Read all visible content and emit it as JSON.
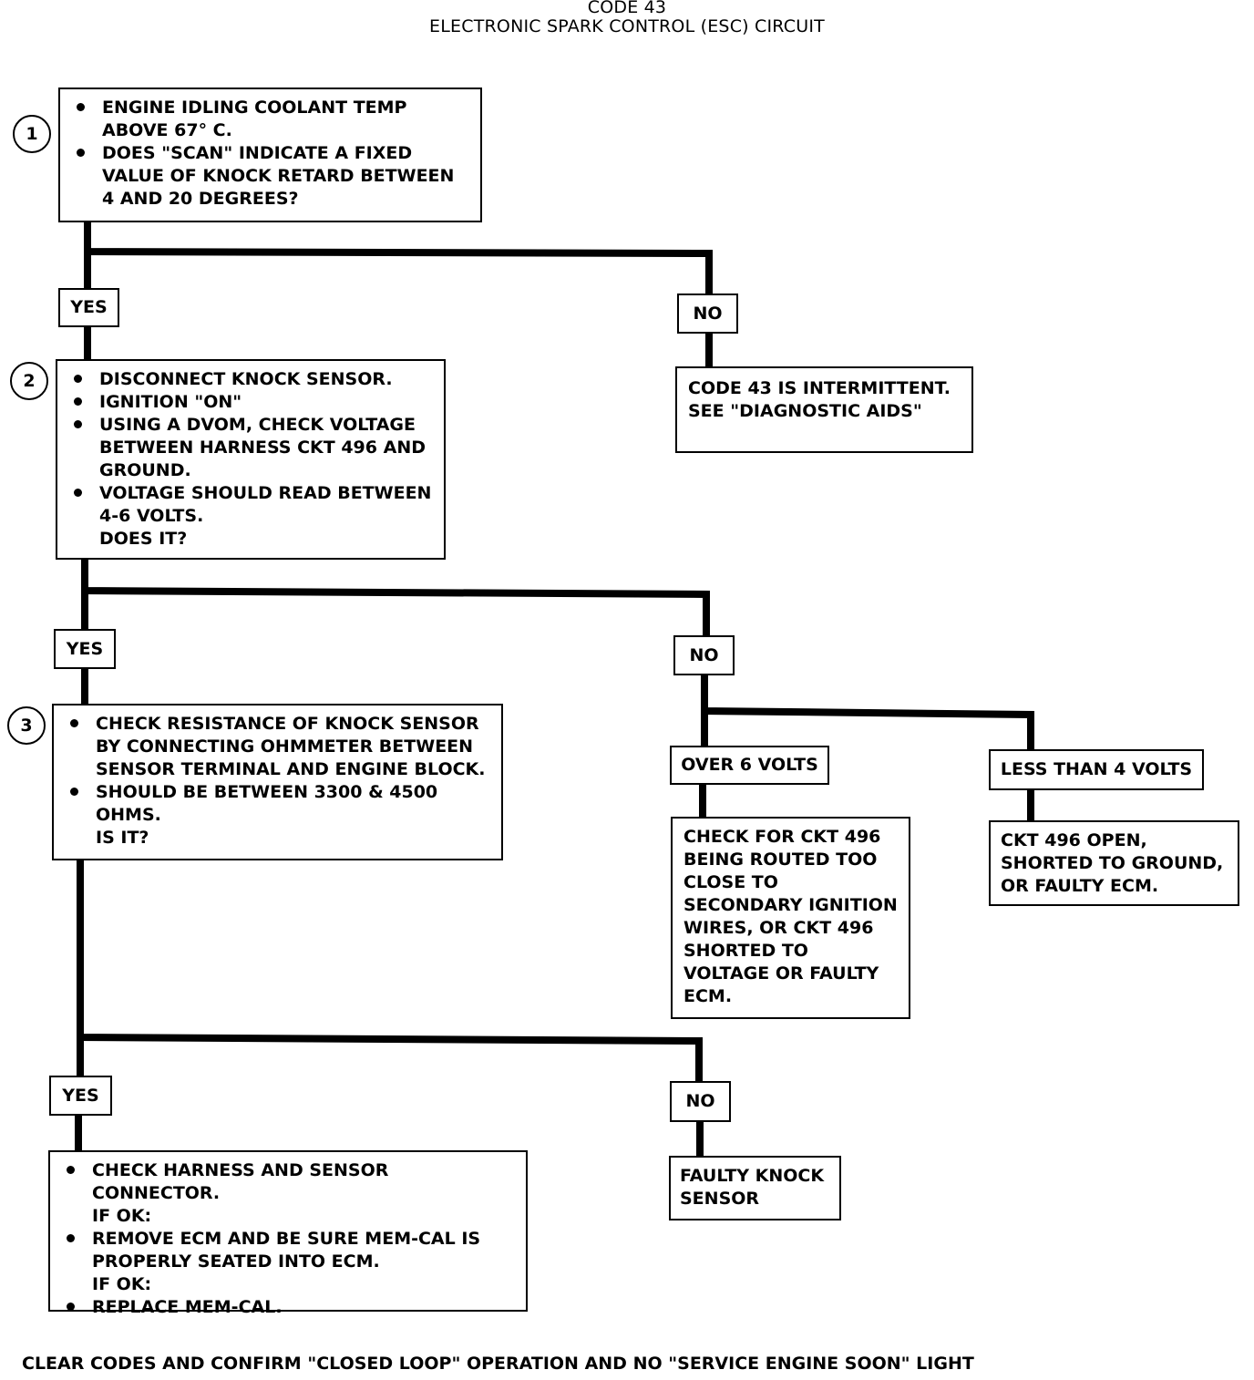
{
  "title": "CODE 43",
  "subtitle": "ELECTRONIC SPARK CONTROL (ESC) CIRCUIT",
  "steps": [
    "1",
    "2",
    "3"
  ],
  "box1": [
    "ENGINE IDLING COOLANT TEMP ABOVE 67° C.",
    "DOES \"SCAN\" INDICATE A FIXED VALUE OF KNOCK RETARD BETWEEN 4 AND 20 DEGREES?"
  ],
  "box2": [
    "DISCONNECT KNOCK SENSOR.",
    "IGNITION \"ON\"",
    "USING A DVOM, CHECK VOLTAGE BETWEEN HARNESS CKT 496 AND GROUND.",
    "VOLTAGE SHOULD READ BETWEEN 4-6 VOLTS.",
    "DOES IT?"
  ],
  "box3": [
    "CHECK RESISTANCE OF KNOCK SENSOR BY CONNECTING OHMMETER BETWEEN SENSOR TERMINAL AND ENGINE BLOCK.",
    "SHOULD BE BETWEEN 3300 & 4500 OHMS.",
    "IS IT?"
  ],
  "box4": [
    "CHECK HARNESS AND SENSOR CONNECTOR.",
    "IF OK:",
    "REMOVE ECM AND BE SURE MEM-CAL IS PROPERLY SEATED INTO ECM.",
    "IF OK:",
    "REPLACE MEM-CAL."
  ],
  "labels": {
    "yes": "YES",
    "no": "NO",
    "over6": "OVER 6 VOLTS",
    "less4": "LESS THAN 4 VOLTS"
  },
  "results": {
    "intermittent": "CODE 43 IS INTERMITTENT. SEE \"DIAGNOSTIC AIDS\"",
    "over6": "CHECK FOR CKT 496 BEING ROUTED TOO CLOSE TO SECONDARY IGNITION WIRES, OR CKT 496 SHORTED TO VOLTAGE OR FAULTY ECM.",
    "less4": "CKT 496 OPEN, SHORTED TO GROUND, OR FAULTY ECM.",
    "faulty_sensor": "FAULTY KNOCK SENSOR"
  },
  "footer": "CLEAR CODES AND CONFIRM \"CLOSED LOOP\" OPERATION AND NO \"SERVICE ENGINE SOON\" LIGHT"
}
